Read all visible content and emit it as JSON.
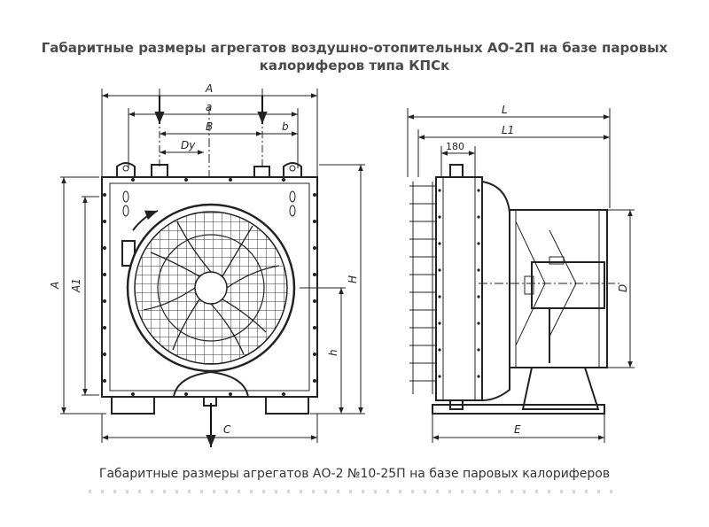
{
  "title": {
    "line1": "Габаритные размеры агрегатов воздушно-отопительных АО-2П на базе паровых",
    "line2": "калориферов типа КПСк"
  },
  "caption": "Габаритные размеры агрегатов АО-2 №10-25П на базе паровых калориферов",
  "front_view": {
    "dim_A_top": "A",
    "dim_a": "a",
    "dim_B": "B",
    "dim_b": "b",
    "dim_Dy": "Dy",
    "dim_A_left": "A",
    "dim_A1": "A1",
    "dim_H": "H",
    "dim_h": "h",
    "dim_C": "C"
  },
  "side_view": {
    "dim_L": "L",
    "dim_L1": "L1",
    "dim_180": "180",
    "dim_D": "D",
    "dim_E": "E"
  }
}
